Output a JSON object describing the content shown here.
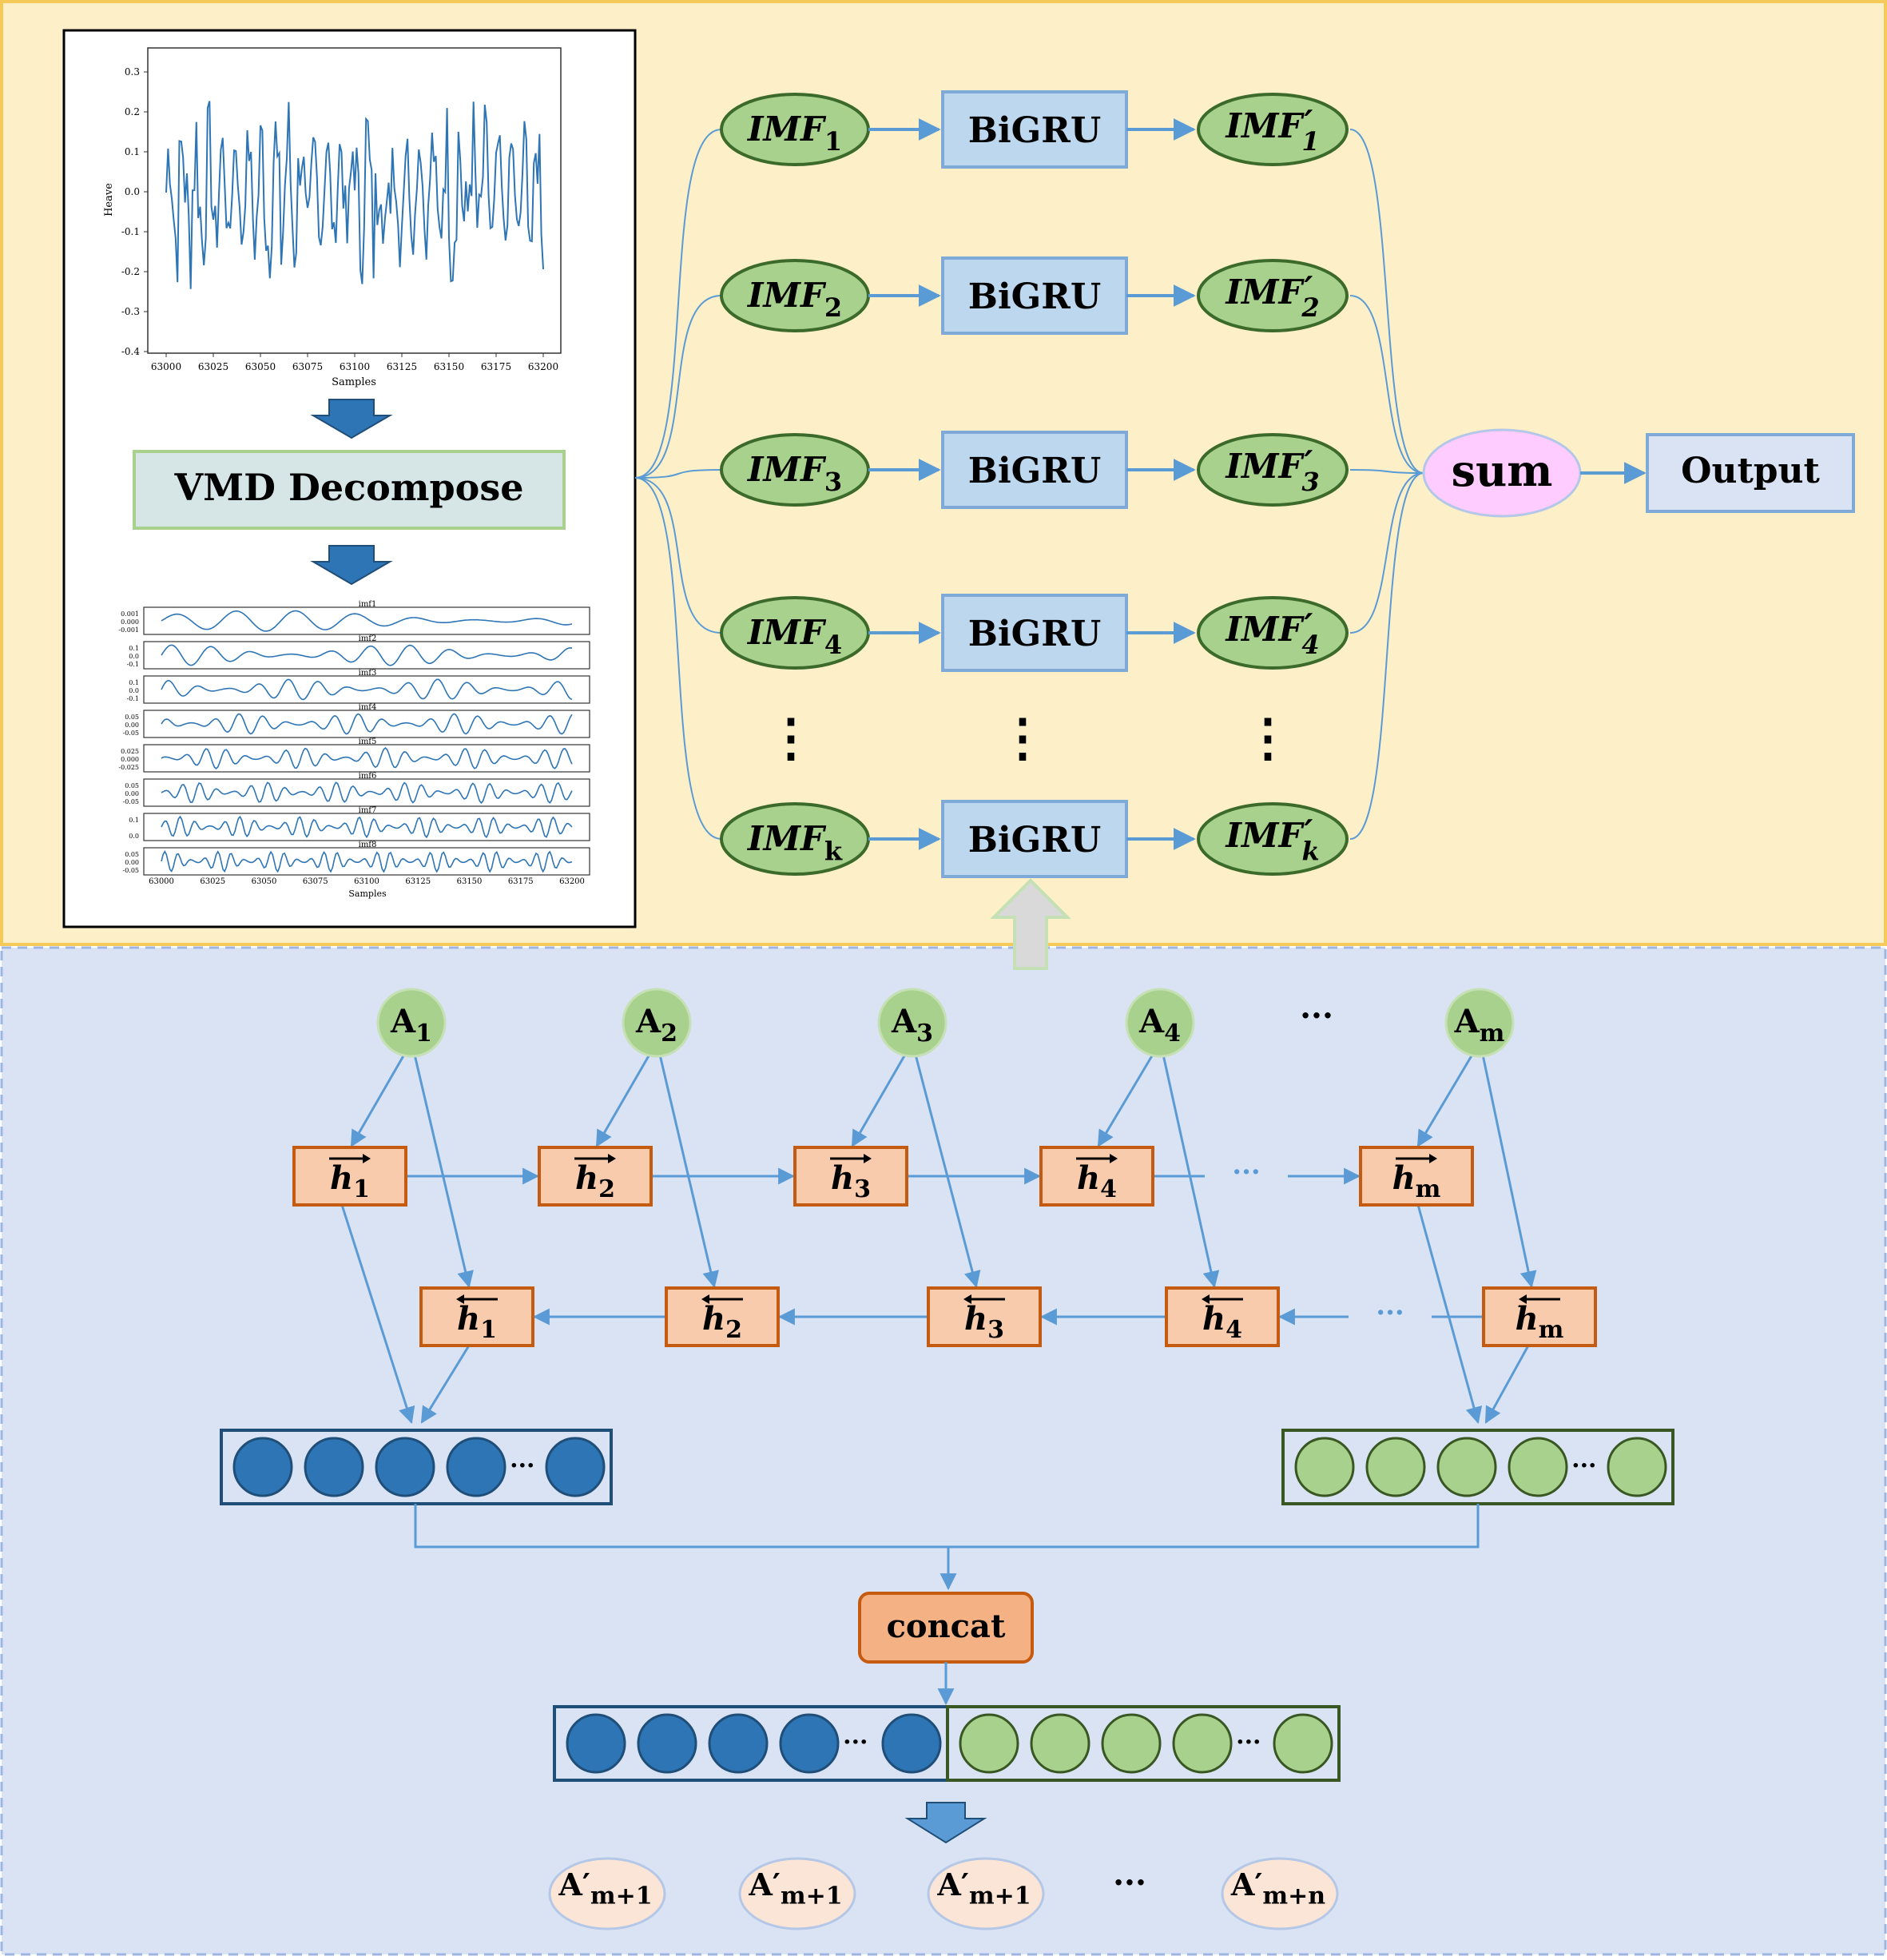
{
  "vmd": {
    "decompose_label": "VMD Decompose",
    "signal_chart": {
      "ylabel": "Heave",
      "xlabel": "Samples",
      "yticks": [
        "0.3",
        "0.2",
        "0.1",
        "0.0",
        "-0.1",
        "-0.2",
        "-0.3",
        "-0.4"
      ],
      "xticks": [
        "63000",
        "63025",
        "63050",
        "63075",
        "63100",
        "63125",
        "63150",
        "63175",
        "63200"
      ]
    },
    "imf_chart": {
      "titles": [
        "imf1",
        "imf2",
        "imf3",
        "imf4",
        "imf5",
        "imf6",
        "imf7",
        "imf8"
      ],
      "yticks": [
        [
          "0.001",
          "0.000",
          "-0.001"
        ],
        [
          "0.1",
          "0.0",
          "-0.1"
        ],
        [
          "0.1",
          "0.0",
          "-0.1"
        ],
        [
          "0.05",
          "0.00",
          "-0.05"
        ],
        [
          "0.025",
          "0.000",
          "-0.025"
        ],
        [
          "0.05",
          "0.00",
          "-0.05"
        ],
        [
          "0.1",
          "0.0"
        ],
        [
          "0.05",
          "0.00",
          "-0.05"
        ]
      ],
      "xticks": [
        "63000",
        "63025",
        "63050",
        "63075",
        "63100",
        "63125",
        "63150",
        "63175",
        "63200"
      ],
      "xlabel": "Samples"
    }
  },
  "top_flow": {
    "rows": [
      {
        "imf_base": "IMF",
        "imf_sub": "1",
        "model": "BiGRU",
        "out_base": "IMF",
        "out_sub": "1"
      },
      {
        "imf_base": "IMF",
        "imf_sub": "2",
        "model": "BiGRU",
        "out_base": "IMF",
        "out_sub": "2"
      },
      {
        "imf_base": "IMF",
        "imf_sub": "3",
        "model": "BiGRU",
        "out_base": "IMF",
        "out_sub": "3"
      },
      {
        "imf_base": "IMF",
        "imf_sub": "4",
        "model": "BiGRU",
        "out_base": "IMF",
        "out_sub": "4"
      },
      {
        "imf_base": "IMF",
        "imf_sub": "k",
        "model": "BiGRU",
        "out_base": "IMF",
        "out_sub": "k"
      }
    ],
    "ellipsis": "⋮",
    "sum_label": "sum",
    "output_label": "Output"
  },
  "bigru_detail": {
    "inputs": [
      {
        "base": "A",
        "sub": "1"
      },
      {
        "base": "A",
        "sub": "2"
      },
      {
        "base": "A",
        "sub": "3"
      },
      {
        "base": "A",
        "sub": "4"
      },
      {
        "base": "A",
        "sub": "m"
      }
    ],
    "forward_states": [
      {
        "base": "h",
        "sub": "1"
      },
      {
        "base": "h",
        "sub": "2"
      },
      {
        "base": "h",
        "sub": "3"
      },
      {
        "base": "h",
        "sub": "4"
      },
      {
        "base": "h",
        "sub": "m"
      }
    ],
    "backward_states": [
      {
        "base": "h",
        "sub": "1"
      },
      {
        "base": "h",
        "sub": "2"
      },
      {
        "base": "h",
        "sub": "3"
      },
      {
        "base": "h",
        "sub": "4"
      },
      {
        "base": "h",
        "sub": "m"
      }
    ],
    "ellipsis": "···",
    "concat_label": "concat",
    "outputs": [
      {
        "base": "A′",
        "sub": "m+1"
      },
      {
        "base": "A′",
        "sub": "m+1"
      },
      {
        "base": "A′",
        "sub": "m+1"
      },
      {
        "base": "A′",
        "sub": "m+n"
      }
    ]
  },
  "colors": {
    "top_panel_bg": "#fdf0c8",
    "top_panel_border": "#f5c95a",
    "bottom_panel_bg": "#dae3f3",
    "bottom_panel_border": "#9db5e0",
    "imf_fill": "#a9d18e",
    "imf_stroke": "#3b6a2a",
    "bigru_fill": "#bdd7ee",
    "bigru_stroke": "#7fa9d6",
    "sum_fill": "#ffccff",
    "arrow": "#5b9bd5",
    "state_fill": "#f8cbad",
    "state_stroke": "#c55a11",
    "concat_fill": "#f4b183",
    "node_green": "#a9d18e",
    "node_blue": "#2e75b6",
    "output_fill": "#fbe5d6"
  }
}
